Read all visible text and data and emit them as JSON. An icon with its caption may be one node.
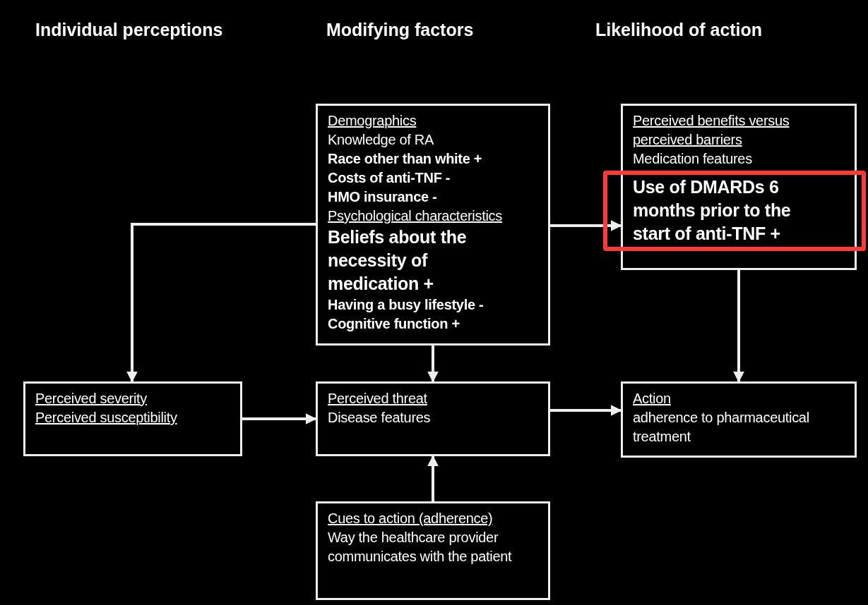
{
  "diagram": {
    "nodes": [
      {
        "text": [
          "Demographics",
          "Knowledge of RA",
          "Race other than white +",
          "Costs of anti-TNF -",
          "HMO insurance  -",
          "Psychological characteristics",
          "Beliefs about the necessity of medication +",
          "Having a busy lifestyle -",
          "Cognitive function +"
        ]
      },
      {
        "text": [
          "Perceived benefits versus perceived barriers",
          "Medication features",
          "Use of DMARDs 6 months prior to the start of anti-TNF +"
        ]
      },
      {
        "text": [
          "Perceived severity",
          "Perceived susceptibility"
        ]
      },
      {
        "text": [
          "Perceived threat",
          "Disease features"
        ]
      },
      {
        "text": [
          "Action",
          "adherence to pharmaceutical treatment"
        ]
      },
      {
        "text": [
          "Cues to action (adherence)",
          "Way the healthcare provider communicates with the patient"
        ]
      }
    ],
    "edges": [
      {
        "from": 0,
        "to": 2,
        "arrow": "to"
      },
      {
        "from": 0,
        "to": 3,
        "arrow": "to"
      },
      {
        "from": 0,
        "to": 1,
        "arrow": "to"
      },
      {
        "from": 1,
        "to": 4,
        "arrow": "to"
      },
      {
        "from": 2,
        "to": 3,
        "arrow": "to"
      },
      {
        "from": 3,
        "to": 4,
        "arrow": "to"
      },
      {
        "from": 5,
        "to": 3,
        "arrow": "to"
      }
    ],
    "labels": [
      "Individual perceptions",
      "Modifying factors",
      "Likelihood of action"
    ]
  }
}
